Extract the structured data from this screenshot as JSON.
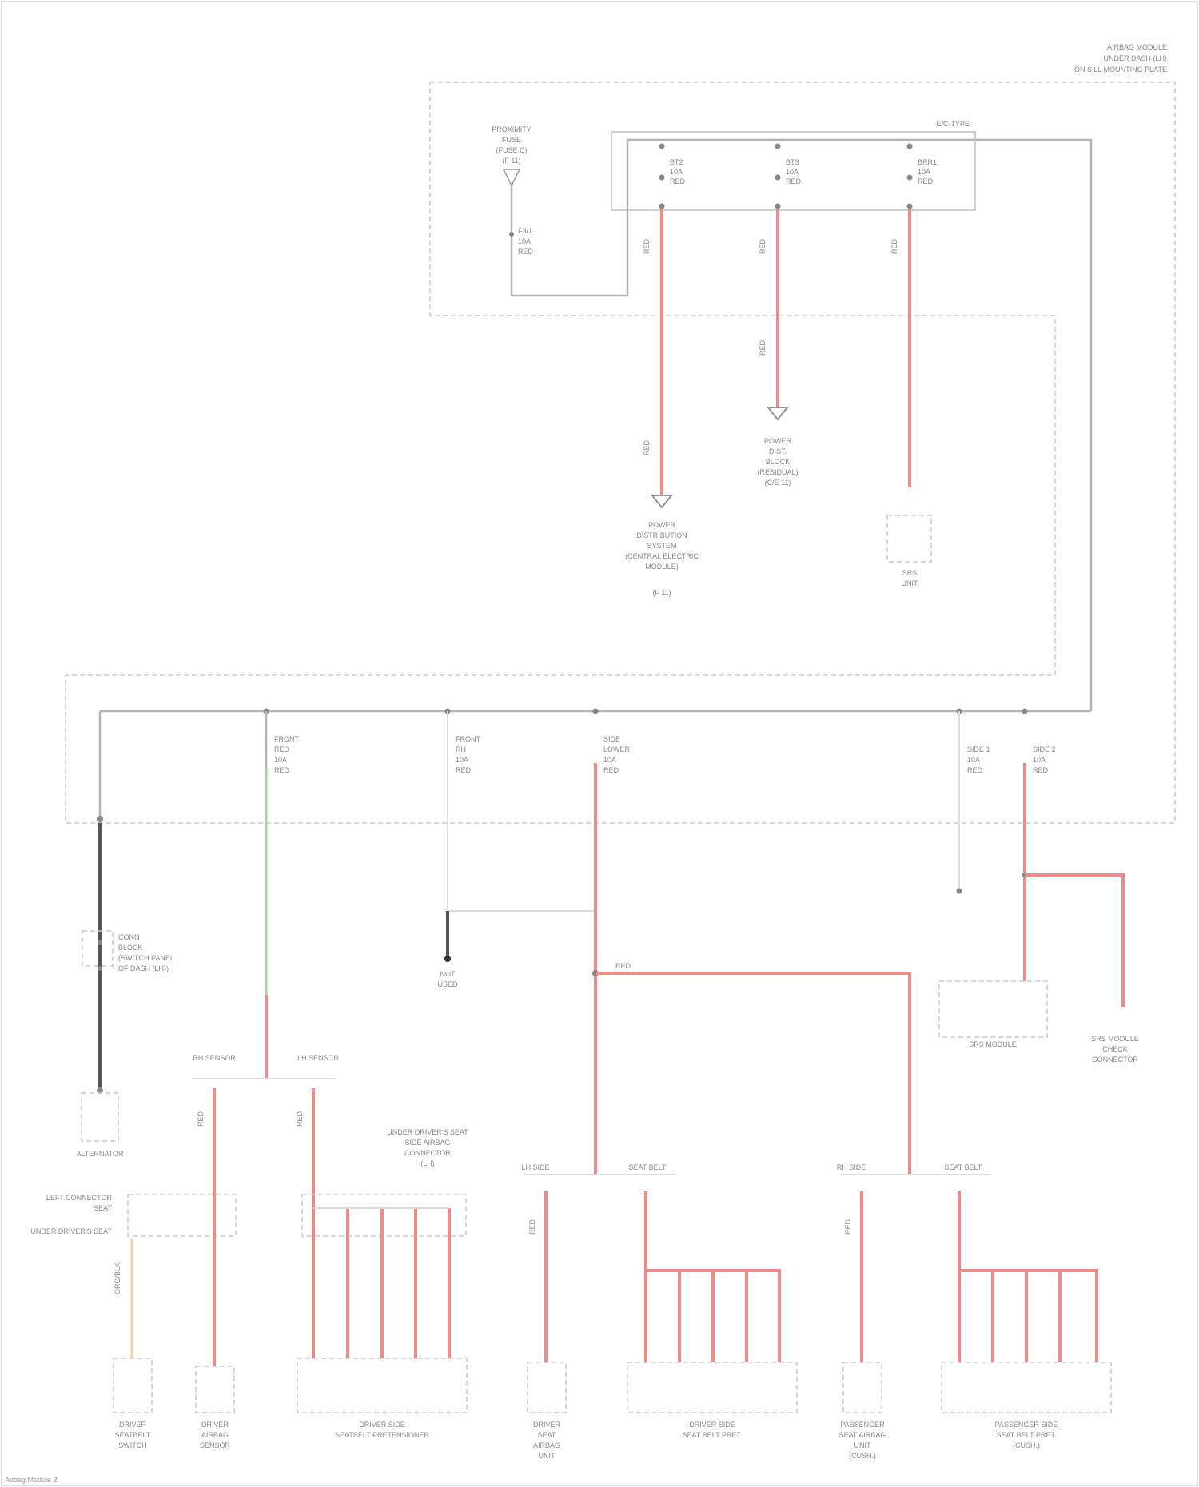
{
  "page": {
    "corner_note": [
      "AIRBAG MODULE",
      "UNDER DASH (LH)",
      "ON SILL MOUNTING PLATE"
    ],
    "footer": "Airbag Module 2"
  },
  "diagram": {
    "top_section": {
      "proximity_box_label": [
        "PROXIMITY",
        "FUSE",
        "(FUSE C)",
        "(F 11)"
      ],
      "top_left_connector_label": [
        "F3/1",
        "10A",
        "RED"
      ],
      "connector_box_label": "E/C-TYPE",
      "pins": [
        {
          "id": "pin1",
          "text": [
            "BT2",
            "10A",
            "RED"
          ]
        },
        {
          "id": "pin2",
          "text": [
            "BT3",
            "10A",
            "RED"
          ]
        },
        {
          "id": "pin3",
          "text": [
            "BRR1",
            "10A",
            "RED"
          ]
        }
      ],
      "wire_tags": [
        "RED",
        "RED",
        "RED",
        "RED",
        "RED"
      ],
      "bottom_labels": {
        "ground_left": [
          "POWER",
          "DISTRIBUTION",
          "SYSTEM",
          "(CENTRAL ELECTRIC",
          "MODULE)",
          "(F 11)"
        ],
        "ground_mid": [
          "POWER",
          "DIST.",
          "BLOCK",
          "(RESIDUAL)",
          "(C/E 11)"
        ],
        "component_right": [
          "SRS",
          "UNIT"
        ]
      }
    },
    "mid_section": {
      "branch_labels": [
        [
          "FRONT",
          "RED",
          "10A",
          "RED"
        ],
        [
          "FRONT",
          "RH",
          "10A",
          "RED"
        ],
        [
          "SIDE",
          "LOWER",
          "10A",
          "RED"
        ],
        [
          "SIDE 1",
          "10A",
          "RED"
        ],
        [
          "SIDE 2",
          "10A",
          "RED"
        ]
      ],
      "join_tag": "RED",
      "splice_box_label": [
        "CONN",
        "BLOCK",
        "(SWITCH PANEL",
        "OF DASH (LH))"
      ],
      "ground_label": [
        "NOT",
        "USED"
      ],
      "right_box_label": "SRS MODULE",
      "right_connector_label": [
        "SRS MODULE",
        "CHECK",
        "CONNECTOR"
      ],
      "component_left": "ALTERNATOR",
      "sub_labels": [
        {
          "left": "RH SENSOR",
          "right": "LH SENSOR"
        },
        {
          "left": "LH SIDE",
          "right": "SEAT BELT"
        },
        {
          "left": "RH SIDE",
          "right": "SEAT BELT"
        }
      ]
    },
    "bottom_section": {
      "connector_left_labels": [
        "LEFT CONNECTOR",
        "SEAT",
        "UNDER DRIVER'S SEAT"
      ],
      "connector_right_labels": [
        "UNDER DRIVER'S SEAT",
        "SIDE AIRBAG",
        "CONNECTOR",
        "(LH)"
      ],
      "components": [
        [
          "DRIVER",
          "SEATBELT",
          "SWITCH"
        ],
        [
          "DRIVER",
          "AIRBAG",
          "SENSOR"
        ],
        [
          "DRIVER SIDE",
          "SEATBELT PRETENSIONER"
        ],
        [
          "DRIVER",
          "SEAT",
          "AIRBAG",
          "UNIT"
        ],
        [
          "DRIVER SIDE",
          "SEAT BELT PRET."
        ],
        [
          "PASSENGER",
          "SEAT AIRBAG",
          "UNIT",
          "(CUSH.)"
        ],
        [
          "PASSENGER SIDE",
          "SEAT BELT PRET.",
          "(CUSH.)"
        ]
      ],
      "wire_tag": "RED",
      "alt_wire_tag": "ORG/BLK"
    }
  }
}
